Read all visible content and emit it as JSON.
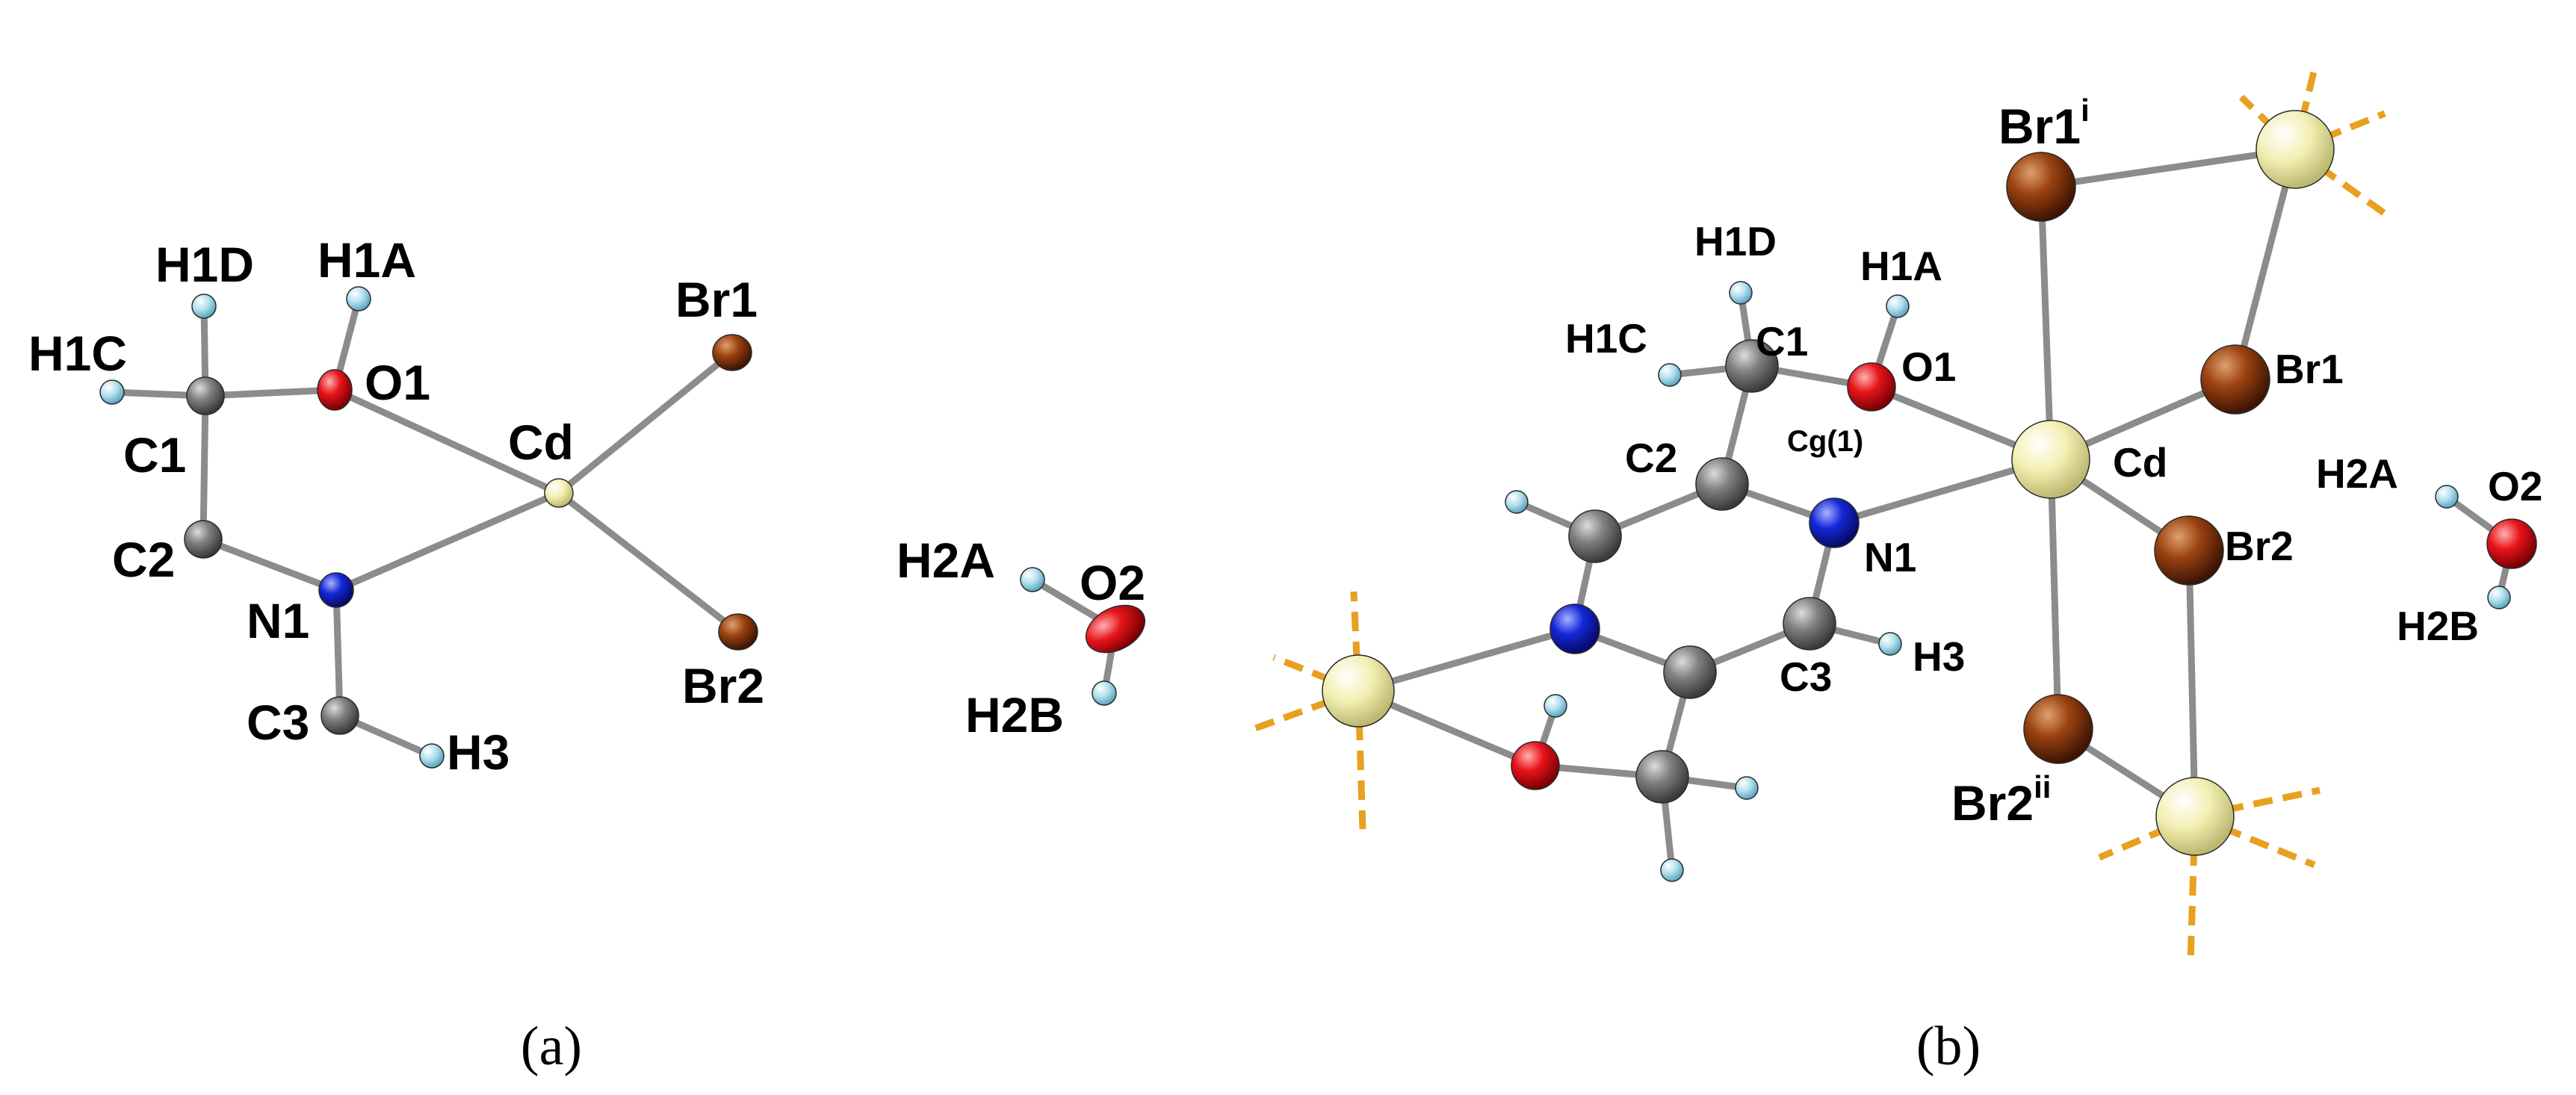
{
  "panel_a": {
    "caption": "(a)",
    "atoms": {
      "h1d": "H1D",
      "h1a": "H1A",
      "h1c": "H1C",
      "c1": "C1",
      "o1": "O1",
      "cd": "Cd",
      "br1": "Br1",
      "c2": "C2",
      "n1": "N1",
      "br2": "Br2",
      "c3": "C3",
      "h3": "H3",
      "h2a": "H2A",
      "o2": "O2",
      "h2b": "H2B"
    }
  },
  "panel_b": {
    "caption": "(b)",
    "atoms": {
      "br1i": "Br1",
      "br1i_sup": "i",
      "h1d": "H1D",
      "h1a": "H1A",
      "h1c": "H1C",
      "c1": "C1",
      "o1": "O1",
      "br1": "Br1",
      "c2": "C2",
      "cg1": "Cg(1)",
      "cd": "Cd",
      "h2a": "H2A",
      "o2": "O2",
      "n1": "N1",
      "br2": "Br2",
      "h2b": "H2B",
      "c3": "C3",
      "h3": "H3",
      "br2ii": "Br2",
      "br2ii_sup": "ii"
    }
  },
  "colors": {
    "bond": "#8c8c8c",
    "carbon": "#7a7a7a",
    "hydrogen": "#a8d8ea",
    "oxygen": "#e8141a",
    "nitrogen": "#1528d8",
    "cadmium": "#ece8a0",
    "bromine": "#8e3a10",
    "contact": "#e8a020"
  }
}
